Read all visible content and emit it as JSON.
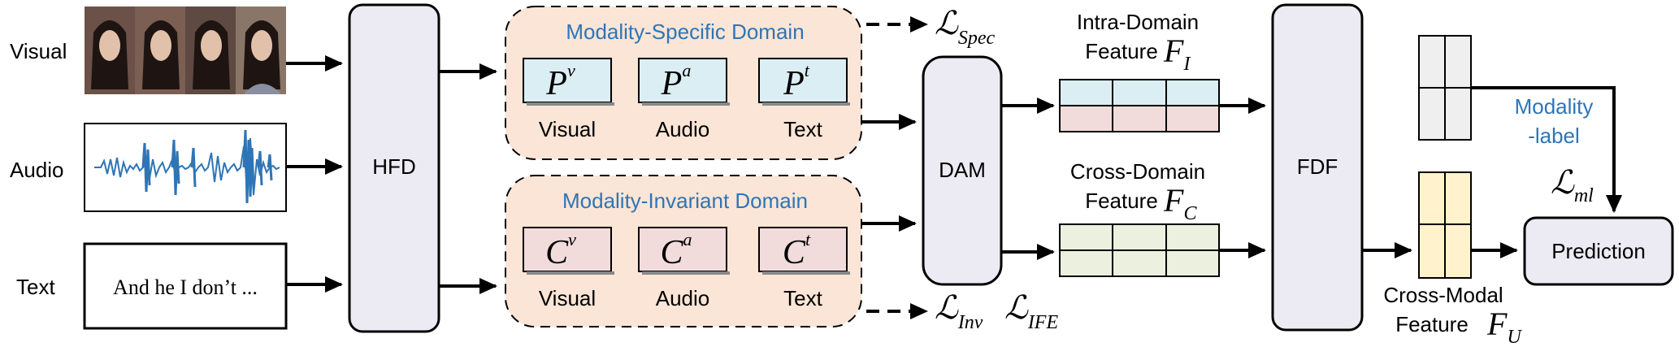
{
  "inputs": {
    "visual_label": "Visual",
    "audio_label": "Audio",
    "text_label": "Text",
    "text_sample": "And he I don’t ..."
  },
  "modules": {
    "hfd": "HFD",
    "dam": "DAM",
    "fdf": "FDF",
    "prediction": "Prediction"
  },
  "specific_domain": {
    "title": "Modality-Specific Domain",
    "base": "P",
    "items": [
      {
        "sup": "v",
        "label": "Visual"
      },
      {
        "sup": "a",
        "label": "Audio"
      },
      {
        "sup": "t",
        "label": "Text"
      }
    ]
  },
  "invariant_domain": {
    "title": "Modality-Invariant Domain",
    "base": "C",
    "items": [
      {
        "sup": "v",
        "label": "Visual"
      },
      {
        "sup": "a",
        "label": "Audio"
      },
      {
        "sup": "t",
        "label": "Text"
      }
    ]
  },
  "losses": {
    "spec": {
      "sym": "ℒ",
      "sub": "Spec"
    },
    "inv": {
      "sym": "ℒ",
      "sub": "Inv"
    },
    "ife": {
      "sym": "ℒ",
      "sub": "IFE"
    },
    "ml": {
      "sym": "ℒ",
      "sub": "ml"
    }
  },
  "features": {
    "intra": {
      "line1": "Intra-Domain",
      "line2": "Feature",
      "sym": "F",
      "sub": "I"
    },
    "cross_domain": {
      "line1": "Cross-Domain",
      "line2": "Feature",
      "sym": "F",
      "sub": "C"
    },
    "cross_modal": {
      "line1": "Cross-Modal",
      "line2": "Feature",
      "sym": "F",
      "sub": "U"
    }
  },
  "modality_label": {
    "line1": "Modality",
    "line2": "-label"
  },
  "colors": {
    "accent_blue": "#2e75b6",
    "domain_fill": "#fbe5d6",
    "module_fill": "#eceaf3",
    "p_fill": "#dbeef4",
    "c_fill": "#f2dcdb",
    "intra_top": "#dbeef4",
    "intra_bottom": "#f2dcdb",
    "cross_fill": "#ebf1de",
    "unified_fill": "#fff2cc",
    "label_fill": "#efefef",
    "waveform": "#2e75b6"
  }
}
